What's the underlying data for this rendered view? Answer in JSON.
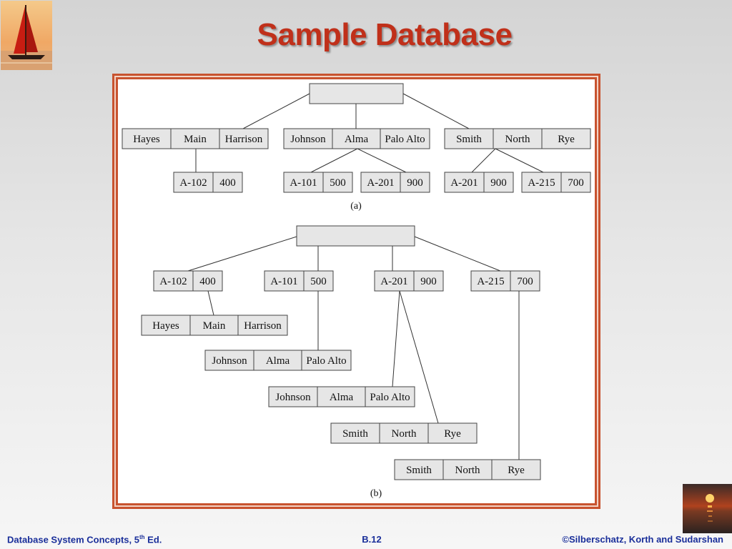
{
  "title": "Sample Database",
  "footer": {
    "left_prefix": "Database System Concepts, 5",
    "left_sup": "th",
    "left_suffix": " Ed.",
    "center": "B.12",
    "right": "©Silberschatz, Korth and Sudarshan"
  },
  "diagram_a": {
    "caption": "(a)",
    "customers": [
      [
        "Hayes",
        "Main",
        "Harrison"
      ],
      [
        "Johnson",
        "Alma",
        "Palo Alto"
      ],
      [
        "Smith",
        "North",
        "Rye"
      ]
    ],
    "accounts": [
      [
        "A-102",
        "400"
      ],
      [
        "A-101",
        "500"
      ],
      [
        "A-201",
        "900"
      ],
      [
        "A-201",
        "900"
      ],
      [
        "A-215",
        "700"
      ]
    ]
  },
  "diagram_b": {
    "caption": "(b)",
    "accounts": [
      [
        "A-102",
        "400"
      ],
      [
        "A-101",
        "500"
      ],
      [
        "A-201",
        "900"
      ],
      [
        "A-215",
        "700"
      ]
    ],
    "customers": [
      [
        "Hayes",
        "Main",
        "Harrison"
      ],
      [
        "Johnson",
        "Alma",
        "Palo Alto"
      ],
      [
        "Johnson",
        "Alma",
        "Palo Alto"
      ],
      [
        "Smith",
        "North",
        "Rye"
      ],
      [
        "Smith",
        "North",
        "Rye"
      ]
    ]
  }
}
